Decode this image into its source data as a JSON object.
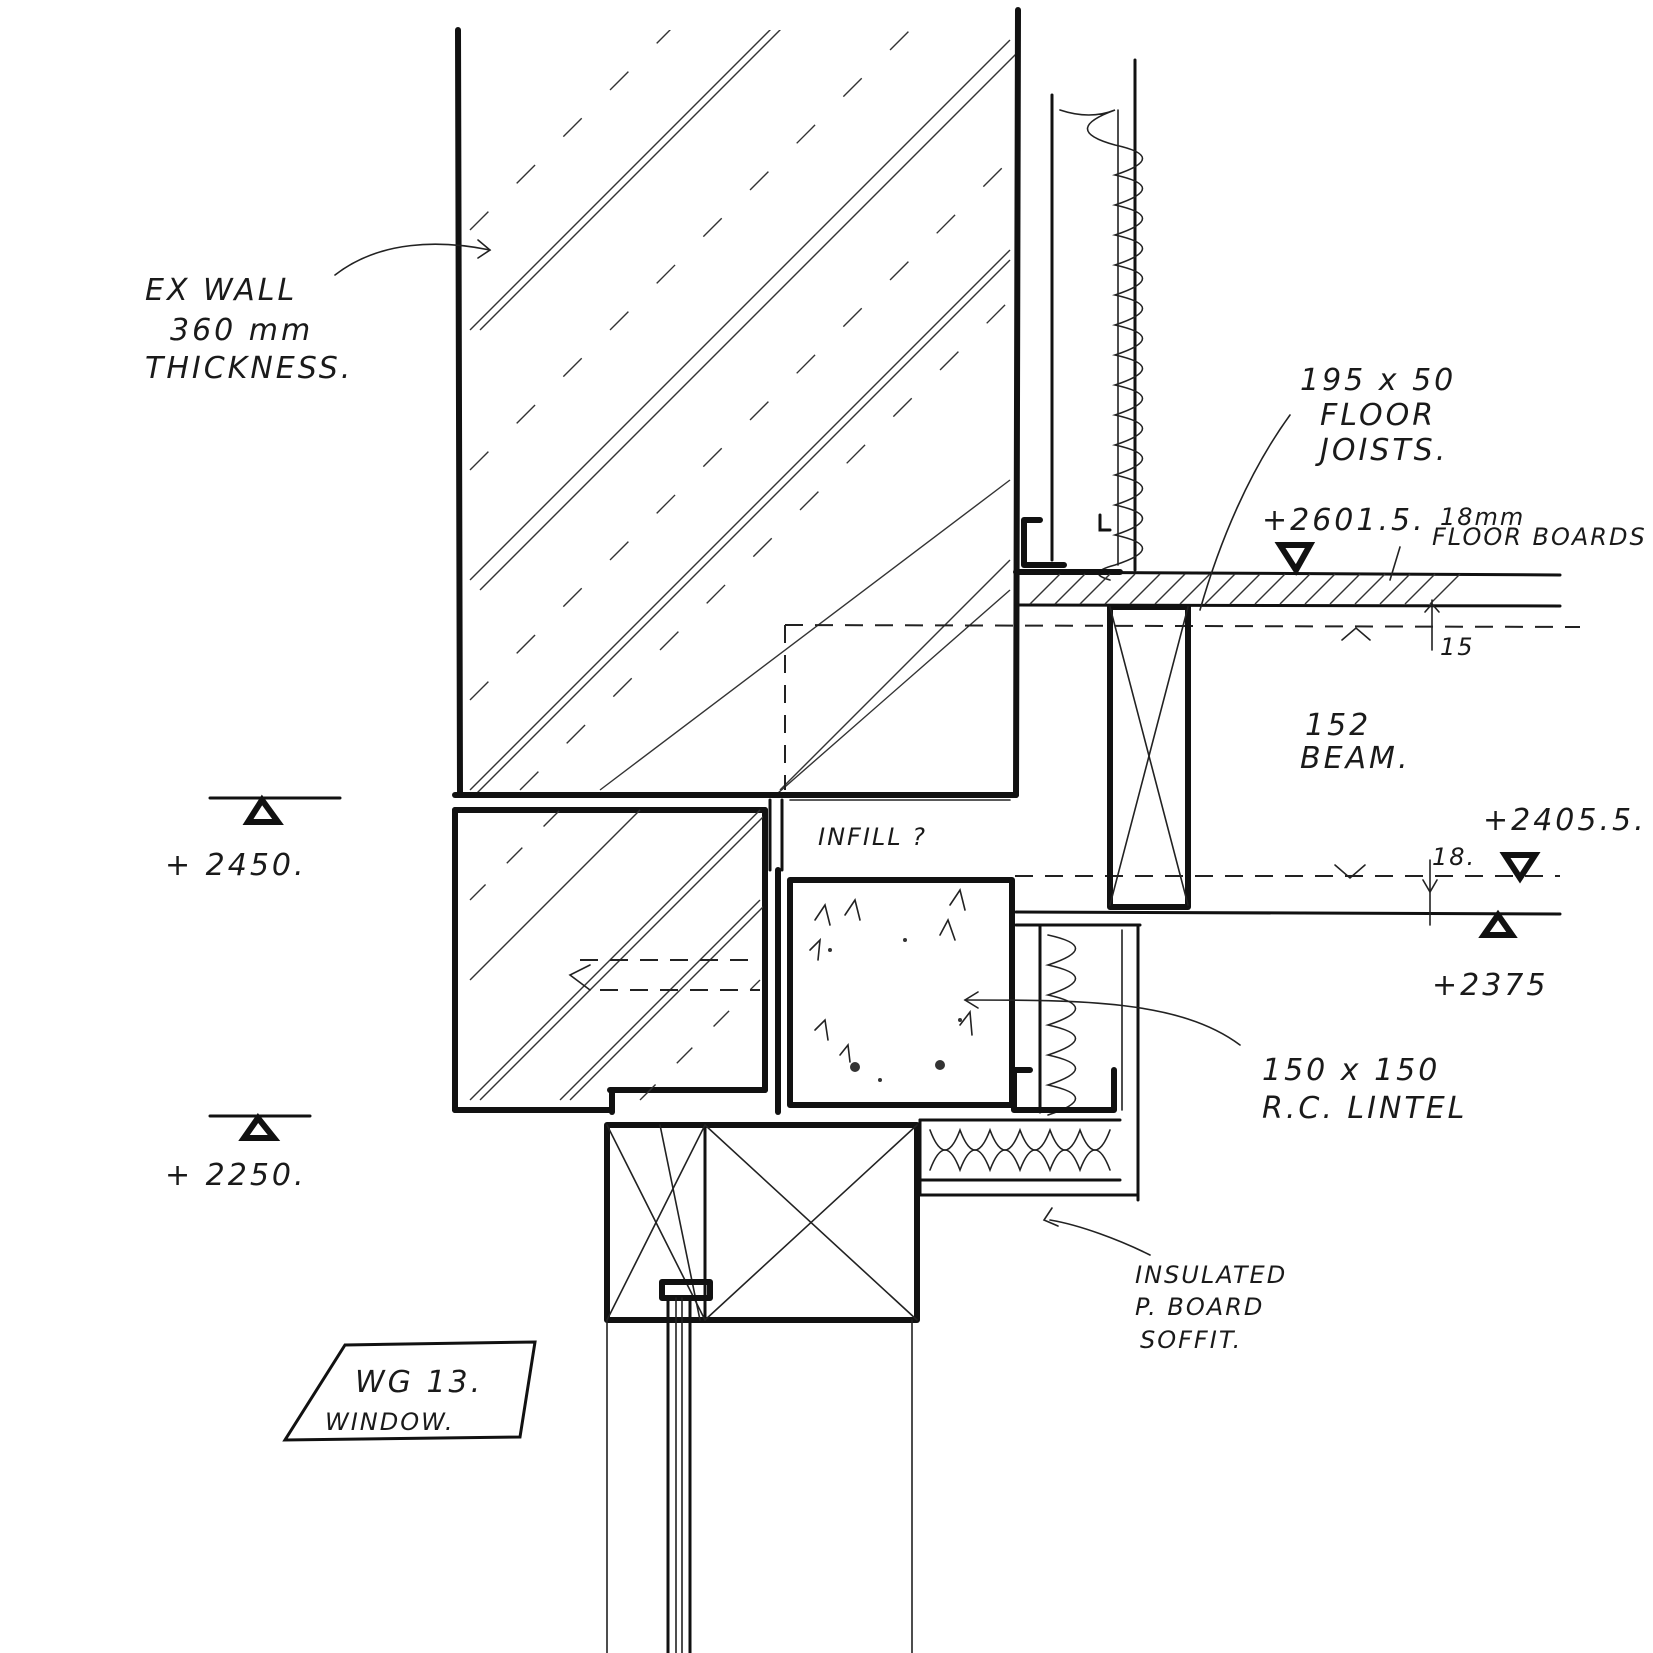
{
  "labels": {
    "ex_wall_1": "EX WALL",
    "ex_wall_2": "360 mm",
    "ex_wall_3": "THICKNESS.",
    "joists_1": "195 x 50",
    "joists_2": "FLOOR",
    "joists_3": "JOISTS.",
    "floor_boards_1": "18mm",
    "floor_boards_2": "FLOOR BOARDS",
    "level_2601": "+2601.5.",
    "dim_15": "15",
    "beam_1": "152",
    "beam_2": "BEAM.",
    "level_2405": "+2405.5.",
    "dim_18": "18.",
    "infill": "INFILL ?",
    "level_2450": "+ 2450.",
    "level_2375": "+2375",
    "lintel_1": "150 x 150",
    "lintel_2": "R.C. LINTEL",
    "level_2250": "+ 2250.",
    "soffit_1": "INSULATED",
    "soffit_2": "P. BOARD",
    "soffit_3": "SOFFIT.",
    "stamp_1": "WG 13.",
    "stamp_2": "WINDOW."
  },
  "colors": {
    "ink": "#111111",
    "paper": "#ffffff"
  }
}
